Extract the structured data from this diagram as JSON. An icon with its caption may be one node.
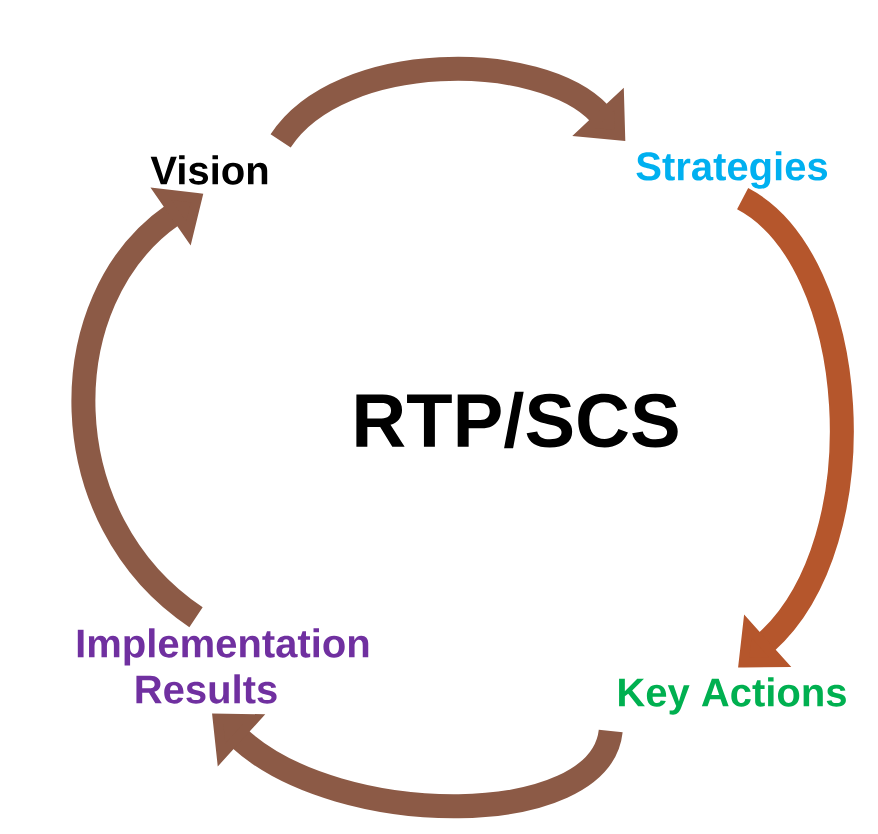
{
  "diagram": {
    "nodes": [
      {
        "text": [
          "Vision"
        ]
      },
      {
        "text": [
          "Strategies"
        ]
      },
      {
        "text": [
          "Key Actions"
        ]
      },
      {
        "text": [
          "Implementation Results"
        ]
      }
    ],
    "edges": [
      {
        "from": 0,
        "to": 1,
        "arrow": "to"
      },
      {
        "from": 1,
        "to": 2,
        "arrow": "to",
        "color": "#b5562c"
      },
      {
        "from": 2,
        "to": 3,
        "arrow": "to"
      },
      {
        "from": 3,
        "to": 0,
        "arrow": "to"
      }
    ],
    "labels": [
      "RTP/SCS"
    ]
  }
}
